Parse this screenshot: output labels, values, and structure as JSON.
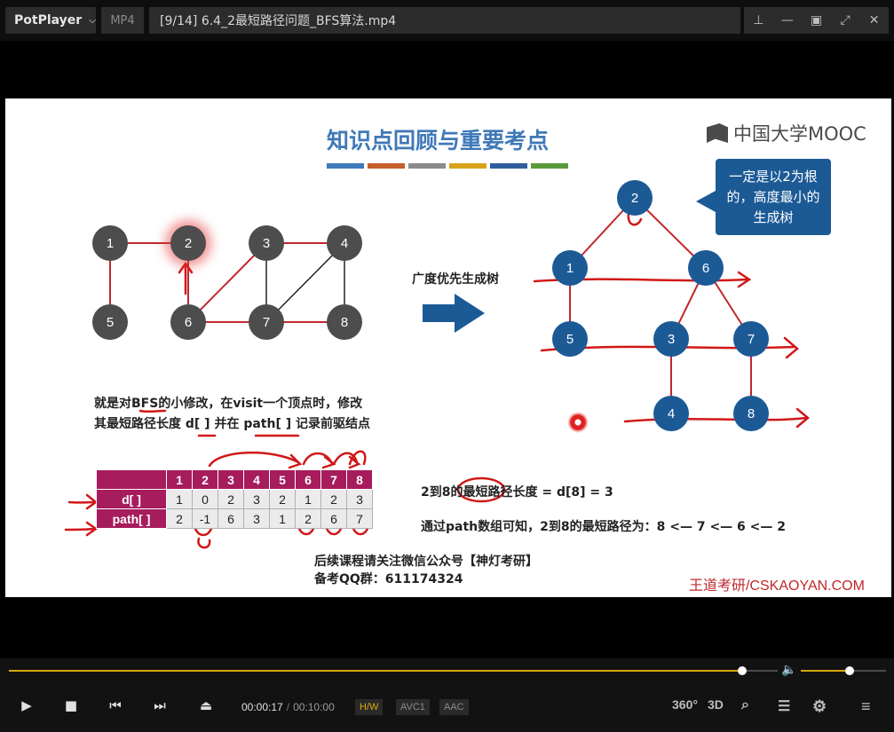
{
  "app": {
    "name": "PotPlayer",
    "format": "MP4",
    "title": "[9/14] 6.4_2最短路径问题_BFS算法.mp4"
  },
  "window_buttons": [
    "pin-icon",
    "minimize-icon",
    "maximize-icon",
    "fullscreen-icon",
    "close-icon"
  ],
  "slide": {
    "title": "知识点回顾与重要考点",
    "title_bar_colors": [
      "#3f79b7",
      "#c4602a",
      "#8a8a8a",
      "#d8a31b",
      "#2f5e9e",
      "#5b9a3c"
    ],
    "logo": "中国大学MOOC",
    "left_graph_nodes": [
      "1",
      "2",
      "3",
      "4",
      "5",
      "6",
      "7",
      "8"
    ],
    "right_tree_nodes": [
      "2",
      "1",
      "6",
      "5",
      "3",
      "7",
      "4",
      "8"
    ],
    "callout": [
      "一定是以2为根",
      "的，高度最小的",
      "生成树"
    ],
    "bfs_label": "广度优先生成树",
    "note_line1": "就是对BFS的小修改，在visit一个顶点时，修改",
    "note_line2": "其最短路径长度 d[ ] 并在 path[ ] 记录前驱结点",
    "table": {
      "header": [
        "1",
        "2",
        "3",
        "4",
        "5",
        "6",
        "7",
        "8"
      ],
      "rows": [
        {
          "label": "d[ ]",
          "values": [
            "1",
            "0",
            "2",
            "3",
            "2",
            "1",
            "2",
            "3"
          ]
        },
        {
          "label": "path[ ]",
          "values": [
            "2",
            "-1",
            "6",
            "3",
            "1",
            "2",
            "6",
            "7"
          ]
        }
      ]
    },
    "result1": "2到8的最短路径长度 = d[8] = 3",
    "result2": "通过path数组可知，2到8的最短路径为：8 <— 7 <— 6 <— 2",
    "follow1": "后续课程请关注微信公众号【神灯考研】",
    "follow2": "备考QQ群：611174324",
    "watermark": "王道考研/CSKAOYAN.COM"
  },
  "player": {
    "progress": 0.83,
    "volume": 0.55,
    "accent": "#d7a70b",
    "time_current": "00:00:17",
    "time_separator": "/",
    "time_total": "00:10:00",
    "badges": [
      "H/W",
      "AVC1",
      "AAC"
    ],
    "right_icons": [
      "360°",
      "3D"
    ]
  }
}
